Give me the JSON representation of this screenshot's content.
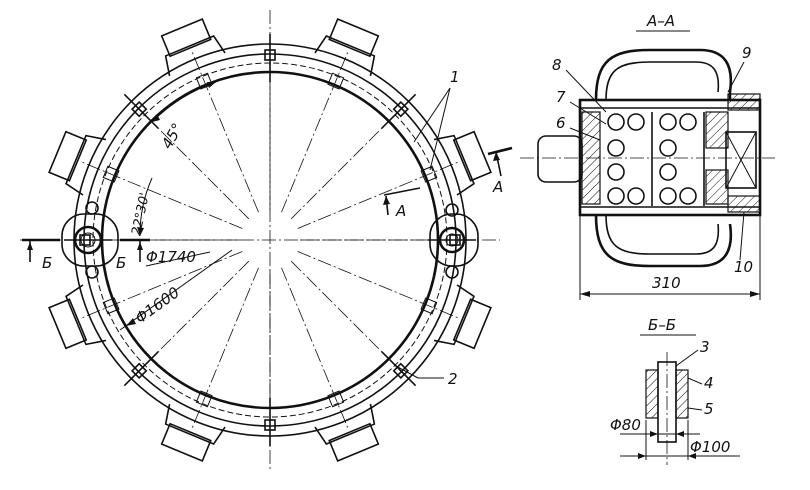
{
  "ring_labels": {
    "angle_45": "45°",
    "angle_22": "22°30'",
    "dia_1740": "Φ1740",
    "dia_1600": "Φ1600",
    "section_mark_a": "A",
    "section_mark_b": "Б"
  },
  "section_aa": {
    "title": "А–А",
    "width_dim": "310",
    "callouts": [
      "6",
      "7",
      "8",
      "9",
      "10"
    ]
  },
  "section_bb": {
    "title": "Б–Б",
    "dim_left": "Φ80",
    "dim_right": "Φ100",
    "callouts": [
      "3",
      "4",
      "5"
    ]
  },
  "ring_callouts": [
    "1",
    "2"
  ]
}
